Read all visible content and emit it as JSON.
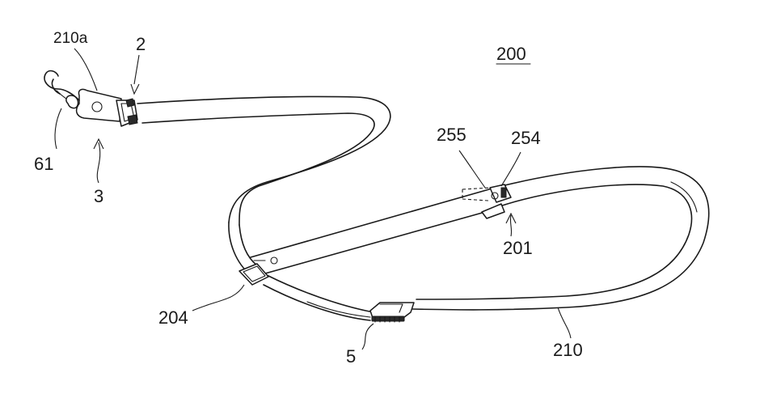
{
  "figure": {
    "ref_main": "200",
    "labels": {
      "l210a": "210a",
      "l2": "2",
      "l61": "61",
      "l3": "3",
      "l255": "255",
      "l254": "254",
      "l201": "201",
      "l204": "204",
      "l5": "5",
      "l210": "210"
    }
  },
  "colors": {
    "line": "#1a1a1a",
    "background": "#ffffff"
  }
}
